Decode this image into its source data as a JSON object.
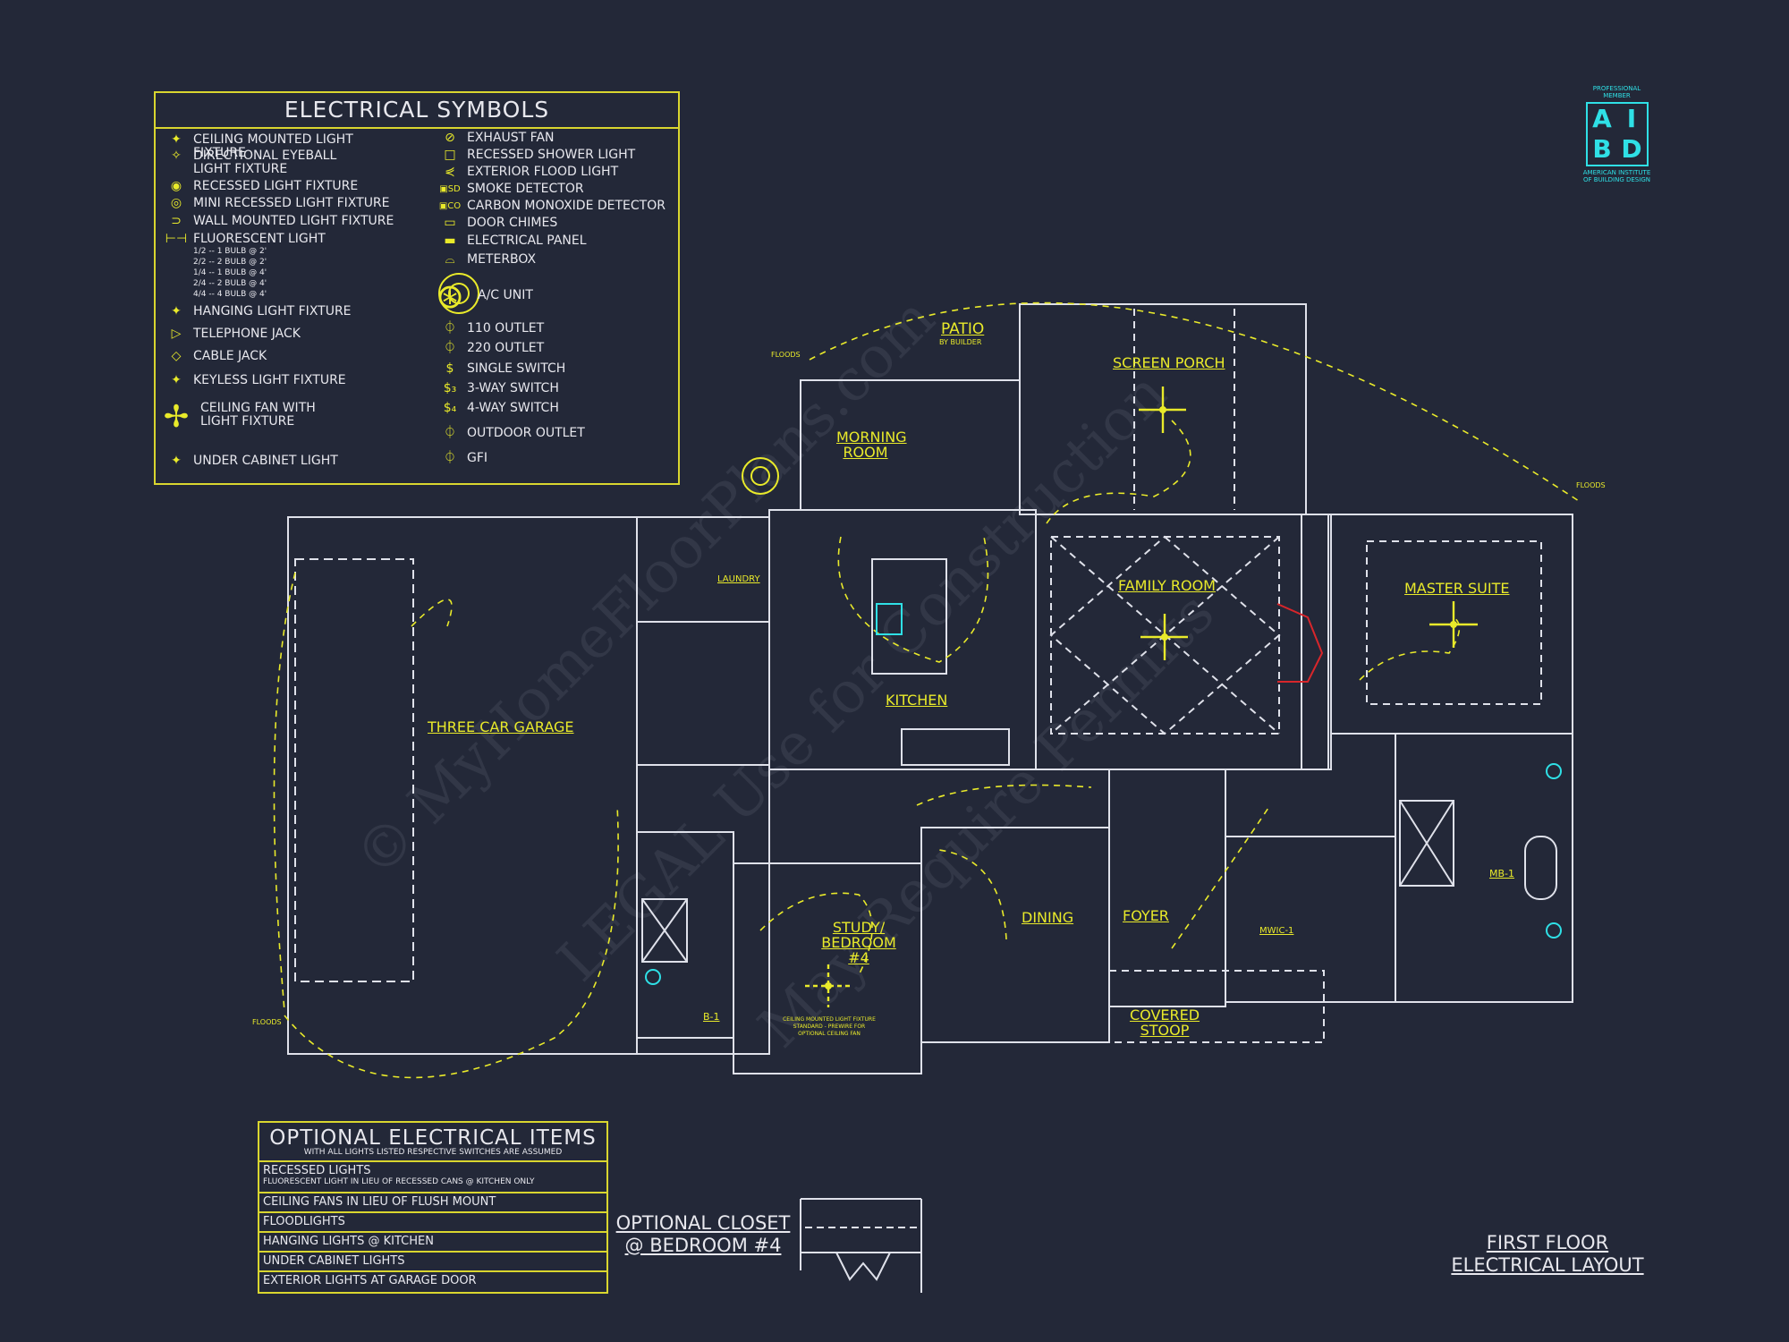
{
  "legend": {
    "title": "ELECTRICAL SYMBOLS",
    "left": [
      {
        "icon": "ceiling-light-icon",
        "glyph": "✦",
        "label": "CEILING MOUNTED LIGHT FIXTURE"
      },
      {
        "icon": "eyeball-light-icon",
        "glyph": "✧",
        "label": "DIRECTIONAL EYEBALL LIGHT FIXTURE"
      },
      {
        "icon": "recessed-light-icon",
        "glyph": "◉",
        "label": "RECESSED LIGHT FIXTURE"
      },
      {
        "icon": "mini-recessed-light-icon",
        "glyph": "◎",
        "label": "MINI RECESSED LIGHT FIXTURE"
      },
      {
        "icon": "wall-light-icon",
        "glyph": "⊃",
        "label": "WALL MOUNTED LIGHT FIXTURE"
      },
      {
        "icon": "fluorescent-light-icon",
        "glyph": "⊢⊣",
        "label": "FLUORESCENT LIGHT",
        "notes": [
          "1/2 -- 1 BULB @ 2'",
          "2/2 -- 2 BULB @ 2'",
          "1/4 -- 1 BULB @ 4'",
          "2/4 -- 2 BULB @ 4'",
          "4/4 -- 4 BULB @ 4'"
        ]
      },
      {
        "icon": "hanging-light-icon",
        "glyph": "✦",
        "label": "HANGING LIGHT FIXTURE"
      },
      {
        "icon": "telephone-jack-icon",
        "glyph": "▷",
        "label": "TELEPHONE JACK"
      },
      {
        "icon": "cable-jack-icon",
        "glyph": "◇",
        "label": "CABLE JACK"
      },
      {
        "icon": "keyless-light-icon",
        "glyph": "✦",
        "label": "KEYLESS LIGHT FIXTURE"
      },
      {
        "icon": "ceiling-fan-icon",
        "glyph": "✢",
        "label": "CEILING FAN WITH LIGHT FIXTURE"
      },
      {
        "icon": "under-cabinet-light-icon",
        "glyph": "✦",
        "label": "UNDER CABINET LIGHT"
      }
    ],
    "right": [
      {
        "icon": "exhaust-fan-icon",
        "glyph": "⊘",
        "label": "EXHAUST FAN"
      },
      {
        "icon": "shower-light-icon",
        "glyph": "□",
        "label": "RECESSED SHOWER LIGHT"
      },
      {
        "icon": "flood-light-icon",
        "glyph": "⋞",
        "label": "EXTERIOR FLOOD LIGHT"
      },
      {
        "icon": "smoke-detector-icon",
        "glyph": "▣SD",
        "label": "SMOKE DETECTOR"
      },
      {
        "icon": "co-detector-icon",
        "glyph": "▣CO",
        "label": "CARBON MONOXIDE DETECTOR"
      },
      {
        "icon": "door-chime-icon",
        "glyph": "▭",
        "label": "DOOR CHIMES"
      },
      {
        "icon": "electrical-panel-icon",
        "glyph": "▬",
        "label": "ELECTRICAL PANEL"
      },
      {
        "icon": "meterbox-icon",
        "glyph": "⌓",
        "label": "METERBOX"
      },
      {
        "icon": "ac-unit-icon",
        "glyph": "⊛",
        "label": "A/C UNIT"
      },
      {
        "icon": "outlet-110-icon",
        "glyph": "⏀",
        "label": "110 OUTLET"
      },
      {
        "icon": "outlet-220-icon",
        "glyph": "⏀",
        "label": "220 OUTLET"
      },
      {
        "icon": "single-switch-icon",
        "glyph": "$",
        "label": "SINGLE SWITCH"
      },
      {
        "icon": "three-way-switch-icon",
        "glyph": "$₃",
        "label": "3-WAY SWITCH"
      },
      {
        "icon": "four-way-switch-icon",
        "glyph": "$₄",
        "label": "4-WAY SWITCH"
      },
      {
        "icon": "outdoor-outlet-icon",
        "glyph": "⏀",
        "label": "OUTDOOR OUTLET"
      },
      {
        "icon": "gfi-icon",
        "glyph": "⏀",
        "label": "GFI"
      }
    ]
  },
  "rooms": {
    "patio": "PATIO",
    "patio_note": "BY BUILDER",
    "screen_porch": "SCREEN PORCH",
    "morning_room": "MORNING ROOM",
    "family_room": "FAMILY ROOM",
    "master_suite": "MASTER SUITE",
    "kitchen": "KITCHEN",
    "laundry": "LAUNDRY",
    "three_car_garage": "THREE CAR GARAGE",
    "study": "STUDY/ BEDROOM #4",
    "dining": "DINING",
    "foyer": "FOYER",
    "covered_stoop": "COVERED STOOP",
    "mb1": "MB-1",
    "mwic": "MWIC-1",
    "b1": "B-1",
    "ceiling_note": "CEILING MOUNTED LIGHT FIXTURE STANDARD - PREWIRE FOR OPTIONAL CEILING FAN",
    "floods_1": "FLOODS",
    "floods_2": "FLOODS",
    "floods_3": "FLOODS"
  },
  "optional": {
    "title": "OPTIONAL ELECTRICAL ITEMS",
    "subtitle": "WITH ALL LIGHTS LISTED RESPECTIVE SWITCHES ARE ASSUMED",
    "items": [
      "RECESSED LIGHTS",
      "FLUORESCENT LIGHT IN LIEU OF RECESSED CANS @ KITCHEN ONLY",
      "CEILING FANS IN LIEU OF FLUSH MOUNT",
      "FLOODLIGHTS",
      "HANGING LIGHTS @ KITCHEN",
      "UNDER CABINET LIGHTS",
      "EXTERIOR LIGHTS AT GARAGE DOOR"
    ]
  },
  "closet": {
    "line1": "OPTIONAL CLOSET",
    "line2": "@ BEDROOM #4"
  },
  "sheet": {
    "line1": "FIRST FLOOR",
    "line2": "ELECTRICAL LAYOUT"
  },
  "aibd": {
    "top": "PROFESSIONAL MEMBER",
    "bottom": "AMERICAN INSTITUTE OF BUILDING DESIGN",
    "l1": "A",
    "l2": "I",
    "l3": "B",
    "l4": "D"
  },
  "watermarks": [
    "© MyHomeFloorPlans.com",
    "LEGAL Use for Construction",
    "May Require Permits"
  ],
  "colors": {
    "background": "#232838",
    "walls": "#dfe1ea",
    "electrical": "#e9ea2a",
    "accent": "#2fe0e6"
  }
}
